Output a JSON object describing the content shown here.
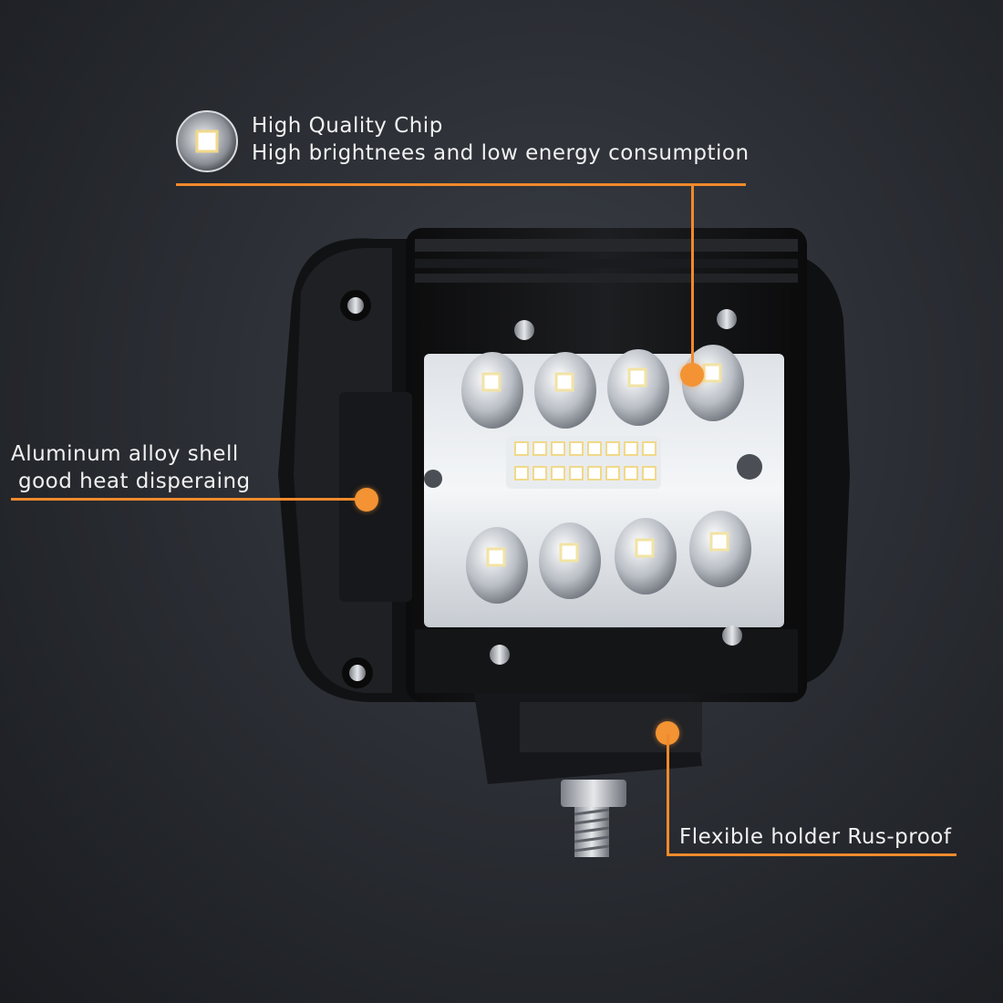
{
  "callouts": {
    "chip": {
      "title": "High Quality Chip",
      "subtitle": "High brightnees and low energy consumption"
    },
    "shell": {
      "line1": "Aluminum alloy shell",
      "line2": "good heat disperaing"
    },
    "holder": {
      "text": "Flexible holder Rus-proof"
    }
  },
  "colors": {
    "accent": "#f39333",
    "background": "#2b2e34",
    "text": "#f1f1f1"
  }
}
